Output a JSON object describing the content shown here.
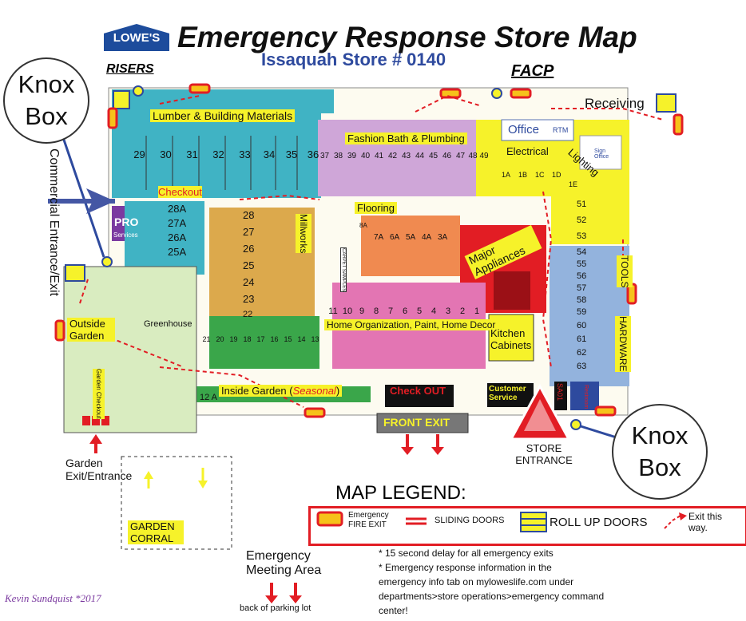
{
  "header": {
    "logo_text": "LOWE'S",
    "title": "Emergency Response Store Map",
    "subtitle": "Issaquah Store # 0140"
  },
  "markers": {
    "risers": "RISERS",
    "facp": "FACP",
    "receiving": "Receiving",
    "commercial_entrance": "Commercial Entrance/Exit",
    "knox_box_top": "Knox Box",
    "knox_box_bottom": "Knox Box",
    "garden_exit": "Garden Exit/Entrance",
    "garden_corral": "GARDEN CORRAL",
    "front_exit": "FRONT EXIT",
    "store_entrance": "STORE ENTRANCE",
    "meeting_area": "Emergency Meeting Area",
    "back_lot": "back of parking lot",
    "signature": "Kevin Sundquist *2017"
  },
  "departments": {
    "lumber": "Lumber & Building Materials",
    "checkout_left": "Checkout",
    "pro": "PRO",
    "pro_services": "Services",
    "fashion": "Fashion Bath & Plumbing",
    "office": "Office",
    "rtm": "RTM",
    "sign_office": "Sign Office",
    "electrical": "Electrical",
    "lighting": "Lighting",
    "flooring": "Flooring",
    "millworks": "Millworks",
    "carpet": "CARPET SAMPLES",
    "major_appliances": "Major Appliances",
    "tools": "TOOLS",
    "hardware": "HARDWARE",
    "outside_garden": "Outside Garden",
    "greenhouse": "Greenhouse",
    "garden_checkout": "Garden Checkout",
    "home_org": "Home Organization, Paint, Home Decor",
    "kitchen": "Kitchen Cabinets",
    "inside_garden_prefix": "Inside Garden (",
    "inside_garden_seasonal": "Seasonal",
    "inside_garden_suffix": ")",
    "check_out": "Check OUT",
    "customer_service": "Customer Service",
    "sa01": "SA01",
    "restroom": "Restroom"
  },
  "aisles": {
    "lumber": [
      "29",
      "30",
      "31",
      "32",
      "33",
      "34",
      "35",
      "36"
    ],
    "fashion": [
      "37",
      "38",
      "39",
      "40",
      "41",
      "42",
      "43",
      "44",
      "45",
      "46",
      "47",
      "48",
      "49"
    ],
    "electrical": [
      "1A",
      "1B",
      "1C",
      "1D",
      "1E"
    ],
    "right_upper": [
      "51",
      "52",
      "53"
    ],
    "right_lower": [
      "54",
      "55",
      "56",
      "57",
      "58",
      "59",
      "60",
      "61",
      "62",
      "63"
    ],
    "left_a": [
      "28A",
      "27A",
      "26A",
      "25A"
    ],
    "millworks": [
      "28",
      "27",
      "26",
      "25",
      "24",
      "23",
      "22"
    ],
    "flooring": [
      "8A",
      "7A",
      "6A",
      "5A",
      "4A",
      "3A"
    ],
    "home_org": [
      "11",
      "10",
      "9",
      "8",
      "7",
      "6",
      "5",
      "4",
      "3",
      "2",
      "1"
    ],
    "garden": [
      "21",
      "20",
      "19",
      "18",
      "17",
      "16",
      "15",
      "14",
      "13"
    ],
    "garden_12a": "12 A"
  },
  "legend": {
    "title": "MAP LEGEND:",
    "fire_exit_1": "Emergency",
    "fire_exit_2": "FIRE EXIT",
    "sliding": "SLIDING DOORS",
    "rollup": "ROLL UP DOORS",
    "exit_this_way_1": "Exit this",
    "exit_this_way_2": "way."
  },
  "notes": [
    "* 15 second delay for all emergency exits",
    "* Emergency response information in the",
    "emergency info tab on myloweslife.com under",
    "departments>store operations>emergency command",
    "center!"
  ],
  "colors": {
    "lumber": "#40b3c4",
    "fashion": "#cfa6d8",
    "electrical": "#f6f22a",
    "millworks": "#dca94c",
    "flooring": "#f08a50",
    "appliances": "#e21d24",
    "home_org": "#e375b3",
    "garden": "#3aa64a",
    "outside_garden": "#d9ecc0",
    "hardware": "#93b3dd",
    "pro": "#7b3aa0",
    "brand_blue": "#1d4c9c"
  }
}
